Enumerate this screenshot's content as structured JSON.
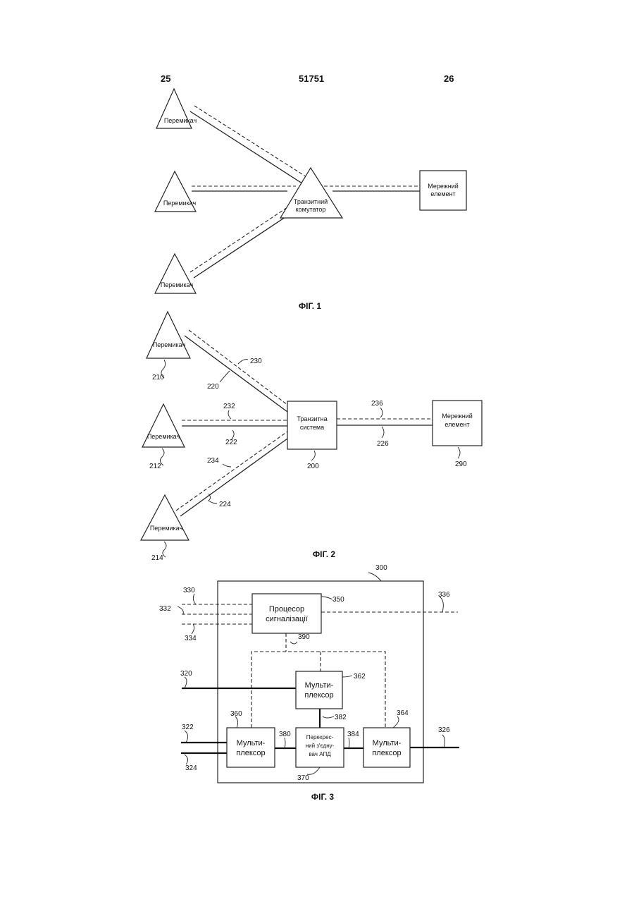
{
  "header": {
    "left": "25",
    "center": "51751",
    "right": "26"
  },
  "fig1": {
    "caption": "ФІГ. 1",
    "switch_label": "Перемикач",
    "transit_switch": [
      "Транзитний",
      "комутатор"
    ],
    "network_element": [
      "Мережний",
      "елемент"
    ]
  },
  "fig2": {
    "caption": "ФІГ. 2",
    "switch_label": "Перемикач",
    "transit_system": [
      "Транзитна",
      "система"
    ],
    "network_element": [
      "Мережний",
      "елемент"
    ],
    "refs": {
      "transit": "200",
      "s210": "210",
      "s212": "212",
      "s214": "214",
      "l220": "220",
      "l222": "222",
      "l224": "224",
      "l226": "226",
      "l230": "230",
      "l232": "232",
      "l234": "234",
      "l236": "236",
      "ne": "290"
    }
  },
  "fig3": {
    "caption": "ФІГ. 3",
    "signal_proc": [
      "Процесор",
      "сигналізації"
    ],
    "mux": [
      "Мульти-",
      "плексор"
    ],
    "xconnect": [
      "Перехрес-",
      "ний з'єдну-",
      "вач АПД"
    ],
    "refs": {
      "r300": "300",
      "r330": "330",
      "r332": "332",
      "r334": "334",
      "r336": "336",
      "r350": "350",
      "r390": "390",
      "r320": "320",
      "r362": "362",
      "r382": "382",
      "r360": "360",
      "r364": "364",
      "r322": "322",
      "r324": "324",
      "r380": "380",
      "r384": "384",
      "r326": "326",
      "r370": "370"
    }
  }
}
